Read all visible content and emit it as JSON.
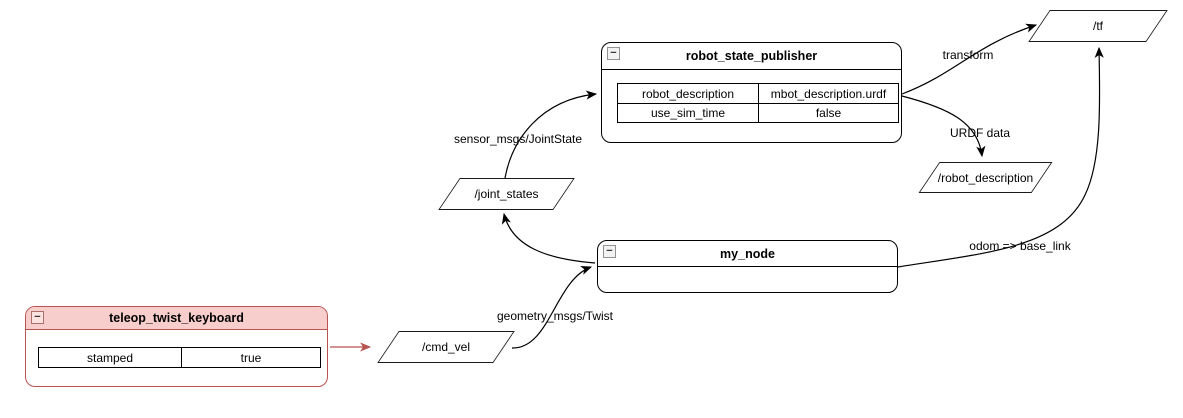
{
  "nodes": {
    "robot_state_publisher": {
      "title": "robot_state_publisher",
      "params": [
        {
          "key": "robot_description",
          "value": "mbot_description.urdf"
        },
        {
          "key": "use_sim_time",
          "value": "false"
        }
      ]
    },
    "my_node": {
      "title": "my_node"
    },
    "teleop_twist_keyboard": {
      "title": "teleop_twist_keyboard",
      "params": [
        {
          "key": "stamped",
          "value": "true"
        }
      ]
    }
  },
  "topics": {
    "tf": "/tf",
    "robot_description": "/robot_description",
    "joint_states": "/joint_states",
    "cmd_vel": "/cmd_vel"
  },
  "edge_labels": {
    "transform": "transform",
    "urdf_data": "URDF data",
    "joint_state_msg": "sensor_msgs/JointState",
    "twist_msg": "geometry_msgs/Twist",
    "odom_tf": "odom => base_link"
  },
  "icons": {
    "collapse": "−"
  },
  "colors": {
    "node_border": "#000000",
    "node_fill": "#ffffff",
    "highlight_border": "#b85450",
    "highlight_fill": "#f8cecc",
    "edge": "#000000",
    "highlight_edge": "#b85450",
    "background": "#ffffff"
  }
}
